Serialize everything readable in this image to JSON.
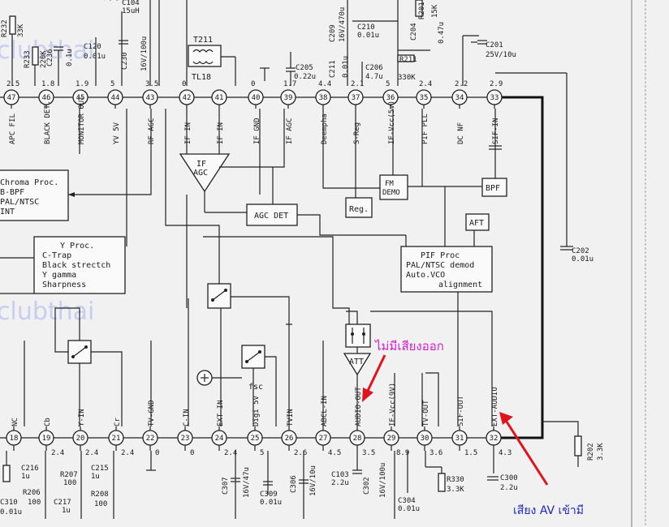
{
  "watermark": "clubthai",
  "pins_top": [
    {
      "n": "47",
      "label": "APC FIL",
      "volt": "2.5"
    },
    {
      "n": "46",
      "label": "BLACK DET.",
      "volt": "1.8"
    },
    {
      "n": "45",
      "label": "MONITOR OUT",
      "volt": "1.9"
    },
    {
      "n": "44",
      "label": "YV 5V",
      "volt": "5"
    },
    {
      "n": "43",
      "label": "RF AGC",
      "volt": "3.5"
    },
    {
      "n": "42",
      "label": "IF IN",
      "volt": "0"
    },
    {
      "n": "41",
      "label": "IF IN",
      "volt": ""
    },
    {
      "n": "40",
      "label": "IF GND",
      "volt": "0"
    },
    {
      "n": "39",
      "label": "IF AGC",
      "volt": "1.7"
    },
    {
      "n": "38",
      "label": "Deempha",
      "volt": "4.4"
    },
    {
      "n": "37",
      "label": "S-Reg",
      "volt": "2.1"
    },
    {
      "n": "36",
      "label": "IF-Vcc(5v)",
      "volt": "5"
    },
    {
      "n": "35",
      "label": "PIF PLL",
      "volt": "2.4"
    },
    {
      "n": "34",
      "label": "DC NF",
      "volt": "2.2"
    },
    {
      "n": "33",
      "label": "SIF-IN",
      "volt": "2.9"
    }
  ],
  "pins_bottom": [
    {
      "n": "18",
      "label": "NC",
      "volt": ""
    },
    {
      "n": "19",
      "label": "Cb",
      "volt": "2.4"
    },
    {
      "n": "20",
      "label": "Y-IN",
      "volt": "2.4"
    },
    {
      "n": "21",
      "label": "Cr",
      "volt": "2.4"
    },
    {
      "n": "22",
      "label": "TV-GND",
      "volt": "0"
    },
    {
      "n": "23",
      "label": "C-IN",
      "volt": "0"
    },
    {
      "n": "24",
      "label": "EXT-IN",
      "volt": "2.4"
    },
    {
      "n": "25",
      "label": "Digi 5V",
      "volt": "5"
    },
    {
      "n": "26",
      "label": "TVIN",
      "volt": "2.6"
    },
    {
      "n": "27",
      "label": "ABCL-IN",
      "volt": "4.5"
    },
    {
      "n": "28",
      "label": "AUDIO-OUT",
      "volt": "3.5"
    },
    {
      "n": "29",
      "label": "IF-Vcc(9V)",
      "volt": "8.9"
    },
    {
      "n": "30",
      "label": "TV-OUT",
      "volt": "3.6"
    },
    {
      "n": "31",
      "label": "SIF-OUT",
      "volt": "1.5"
    },
    {
      "n": "32",
      "label": "EXT-AUDIO",
      "volt": "4.3"
    }
  ],
  "blocks": {
    "if_agc": "IF\nAGC",
    "agc_det": "AGC DET",
    "fm_demo": "FM\nDEMO",
    "bpf": "BPF",
    "reg": "Reg.",
    "aft": "AFT",
    "att": "ATT",
    "pif_proc": [
      "PIF Proc",
      "PAL/NTSC demod",
      "Auto.VCO",
      "alignment"
    ],
    "chroma_proc": [
      "Chroma Proc.",
      "B-BPF",
      "PAL/NTSC",
      "INT"
    ],
    "y_proc": [
      "Y Proc.",
      "C-Trap",
      "Black strectch",
      "Y gamma",
      "Sharpness"
    ],
    "fsc": "fsc"
  },
  "components": {
    "c104": "C104",
    "c104v": "15uH",
    "r232": "R232",
    "r232v": "33K",
    "r233": "R233",
    "r233v": "220K",
    "c236": "C236",
    "c236v": "0.1u",
    "c120": "C120",
    "c120v": "0.01u",
    "c230": "C230",
    "c230v": "16V/100u",
    "t211": "T211",
    "tl18": "TL18",
    "c205": "C205",
    "c205v": "0.22u",
    "c209": "C209",
    "c209v": "16V/470u",
    "c210": "C210",
    "c210v": "0.01u",
    "c211": "C211",
    "c211v": "0.01u",
    "c206": "C206",
    "c206v": "4.7u",
    "c204": "C204",
    "c204v": "0.47u",
    "r201": "R201",
    "r201v": "15K",
    "r211": "R211",
    "r211v": "330K",
    "c201": "C201",
    "c201v": "25V/10u",
    "c202": "C202",
    "c202v": "0.01u",
    "r202": "R202",
    "r202v": "3.3K",
    "c216": "C216",
    "c216v": "1u",
    "r207": "R207",
    "r207v": "100",
    "c215": "C215",
    "c215v": "1u",
    "r206": "R206",
    "r206v": "100",
    "c217": "C217",
    "c217v": "1u",
    "r208": "R208",
    "r208v": "100",
    "c310": "C310",
    "c310v": "0.01u",
    "c307": "C307",
    "c307v": "16V/47u",
    "c309": "C309",
    "c309v": "0.01u",
    "c306": "C306",
    "c306v": "16V/10u",
    "c103": "C103",
    "c103v": "2.2u",
    "c302": "C302",
    "c302v": "16V/100u",
    "c304": "C304",
    "c304v": "0.01u",
    "r330": "R330",
    "r330v": "3.3K",
    "c300": "C300",
    "c300v": "2.2u"
  },
  "annotations": {
    "no_sound_out": "ไม่มีเสียงออก",
    "av_sound_in": "เสียง AV เข้ามี",
    "color_pink": "#d61fd0",
    "color_blue": "#1b27c7",
    "color_arrow": "#e0141c"
  }
}
